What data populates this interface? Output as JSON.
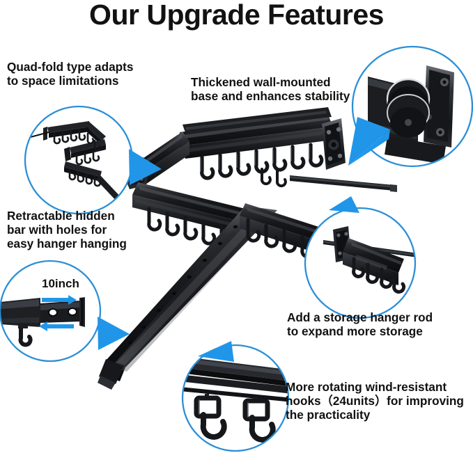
{
  "page": {
    "title": "Our Upgrade Features",
    "background_color": "#ffffff",
    "accent_color": "#2196e8",
    "circle_stroke_color": "#2b8fd6",
    "text_color": "#111111"
  },
  "callouts": [
    {
      "id": "quad-fold",
      "text": "Quad-fold type adapts\nto space limitations",
      "circle_label": "quad-fold-rack-folded-closeup"
    },
    {
      "id": "thickened-base",
      "text": "Thickened wall-mounted\nbase and enhances stability",
      "circle_label": "wall-mount-bracket-hinge-closeup"
    },
    {
      "id": "retractable-bar",
      "text": "Retractable hidden\nbar with holes for\neasy hanger hanging",
      "circle_label": "retractable-bar-with-holes-closeup",
      "measure_label": "10inch"
    },
    {
      "id": "storage-hanger-rod",
      "text": "Add a storage hanger rod\nto expand more storage",
      "circle_label": "storage-hanger-rod-closeup"
    },
    {
      "id": "rotating-hooks",
      "text": "More rotating wind-resistant\nhooks（24units）for improving\nthe practicality",
      "circle_label": "rotating-hooks-closeup"
    }
  ],
  "product": {
    "name": "quad-fold-wall-mounted-clothes-drying-rack",
    "hook_count": "24units",
    "retractable_length": "10inch"
  }
}
